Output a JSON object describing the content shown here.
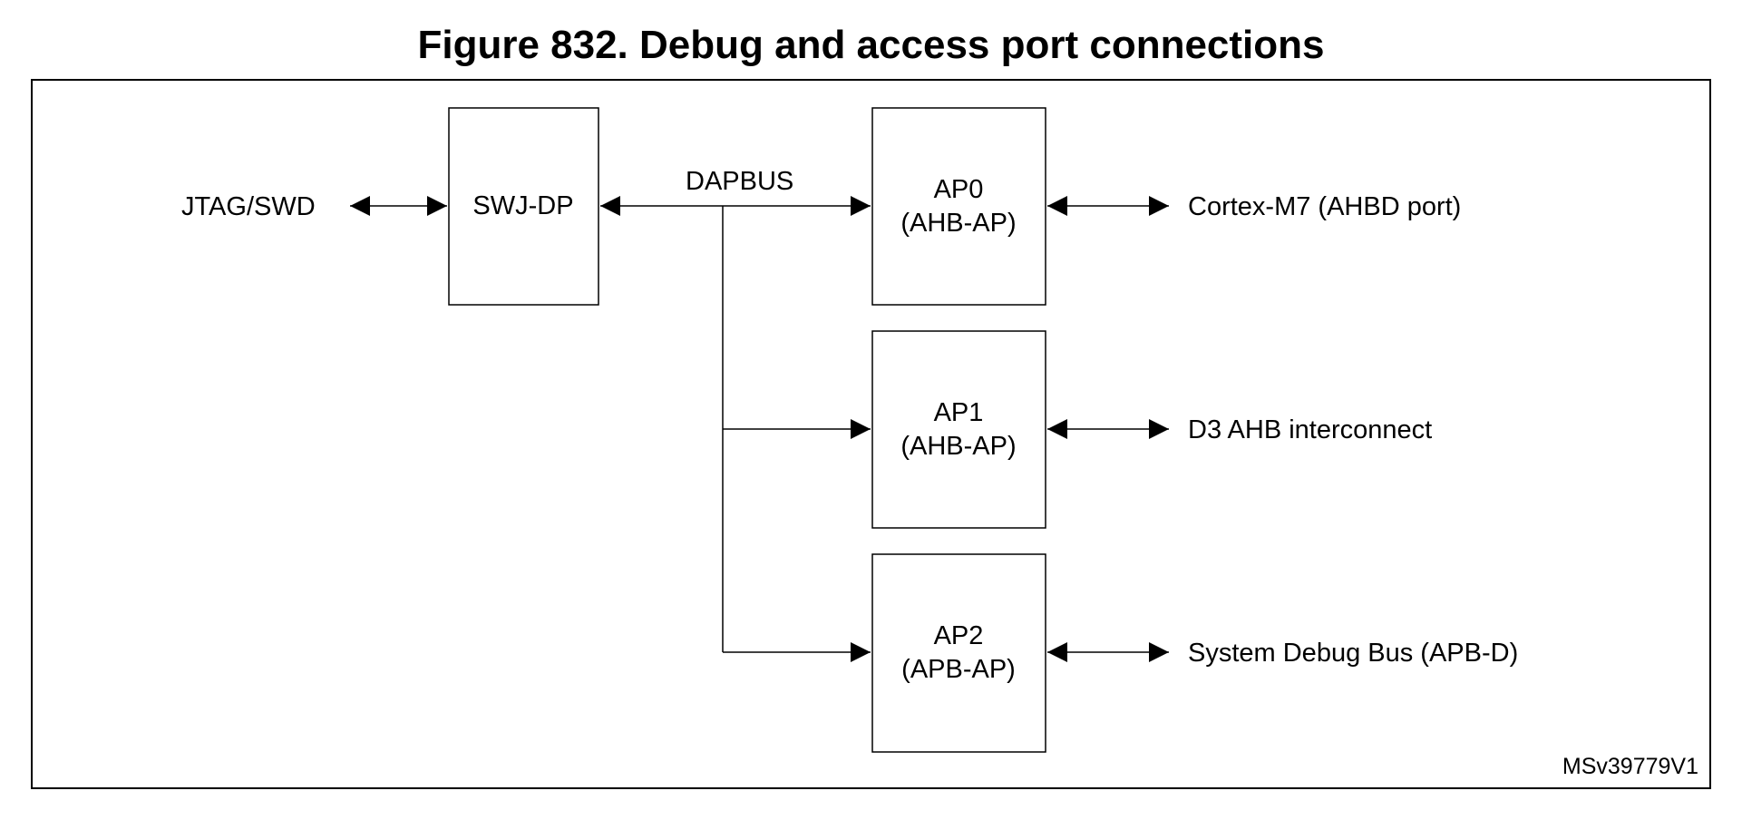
{
  "figure": {
    "title": "Figure 832. Debug and access port connections",
    "code": "MSv39779V1"
  },
  "diagram": {
    "nodes": {
      "swj_dp": {
        "label": "SWJ-DP"
      },
      "ap0": {
        "line1": "AP0",
        "line2": "(AHB-AP)"
      },
      "ap1": {
        "line1": "AP1",
        "line2": "(AHB-AP)"
      },
      "ap2": {
        "line1": "AP2",
        "line2": "(APB-AP)"
      }
    },
    "labels": {
      "jtag_swd": "JTAG/SWD",
      "dapbus": "DAPBUS",
      "cortex_m7": "Cortex-M7 (AHBD port)",
      "d3_ahb": "D3 AHB interconnect",
      "system_debug_bus": "System Debug Bus (APB-D)"
    },
    "edges": [
      {
        "from": "JTAG/SWD",
        "to": "SWJ-DP",
        "type": "bidirectional"
      },
      {
        "from": "SWJ-DP",
        "to": "AP0",
        "type": "bidirectional",
        "label": "DAPBUS"
      },
      {
        "from": "DAPBUS",
        "to": "AP1",
        "type": "directed"
      },
      {
        "from": "DAPBUS",
        "to": "AP2",
        "type": "directed"
      },
      {
        "from": "AP0",
        "to": "Cortex-M7 (AHBD port)",
        "type": "bidirectional"
      },
      {
        "from": "AP1",
        "to": "D3 AHB interconnect",
        "type": "bidirectional"
      },
      {
        "from": "AP2",
        "to": "System Debug Bus (APB-D)",
        "type": "bidirectional"
      }
    ],
    "colors": {
      "line": "#000000",
      "background": "#ffffff"
    }
  }
}
